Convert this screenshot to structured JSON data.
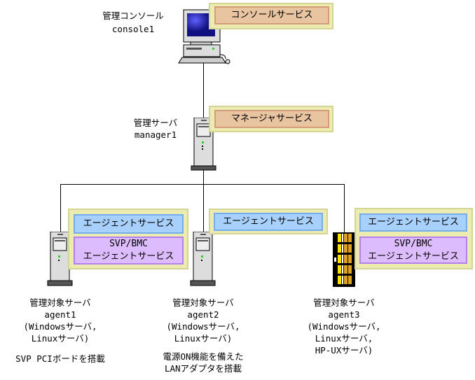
{
  "console": {
    "title": "管理コンソール",
    "name": "console1",
    "service": "コンソールサービス"
  },
  "manager": {
    "title": "管理サーバ",
    "name": "manager1",
    "service": "マネージャサービス"
  },
  "agents": [
    {
      "title": "管理対象サーバ",
      "name": "agent1",
      "os_line1": "(Windowsサーバ,",
      "os_line2": "Linuxサーバ)",
      "service": "エージェントサービス",
      "svp_line1": "SVP/BMC",
      "svp_line2": "エージェントサービス",
      "note_line1": "SVP PCIボードを搭載"
    },
    {
      "title": "管理対象サーバ",
      "name": "agent2",
      "os_line1": "(Windowsサーバ,",
      "os_line2": "Linuxサーバ)",
      "service": "エージェントサービス",
      "note_line1": "電源ON機能を備えた",
      "note_line2": "LANアダプタを搭載"
    },
    {
      "title": "管理対象サーバ",
      "name": "agent3",
      "os_line1": "(Windowsサーバ,",
      "os_line2": "Linuxサーバ,",
      "os_line3": "HP-UXサーバ)",
      "service": "エージェントサービス",
      "svp_line1": "SVP/BMC",
      "svp_line2": "エージェントサービス"
    }
  ],
  "colors": {
    "panel": "#ececb0",
    "console_service": "#e8c4a0",
    "agent_service": "#a8d0fc",
    "svp_service": "#dcbcfc"
  },
  "icons": [
    "desktop-computer-icon",
    "tower-server-icon",
    "rack-server-icon"
  ]
}
